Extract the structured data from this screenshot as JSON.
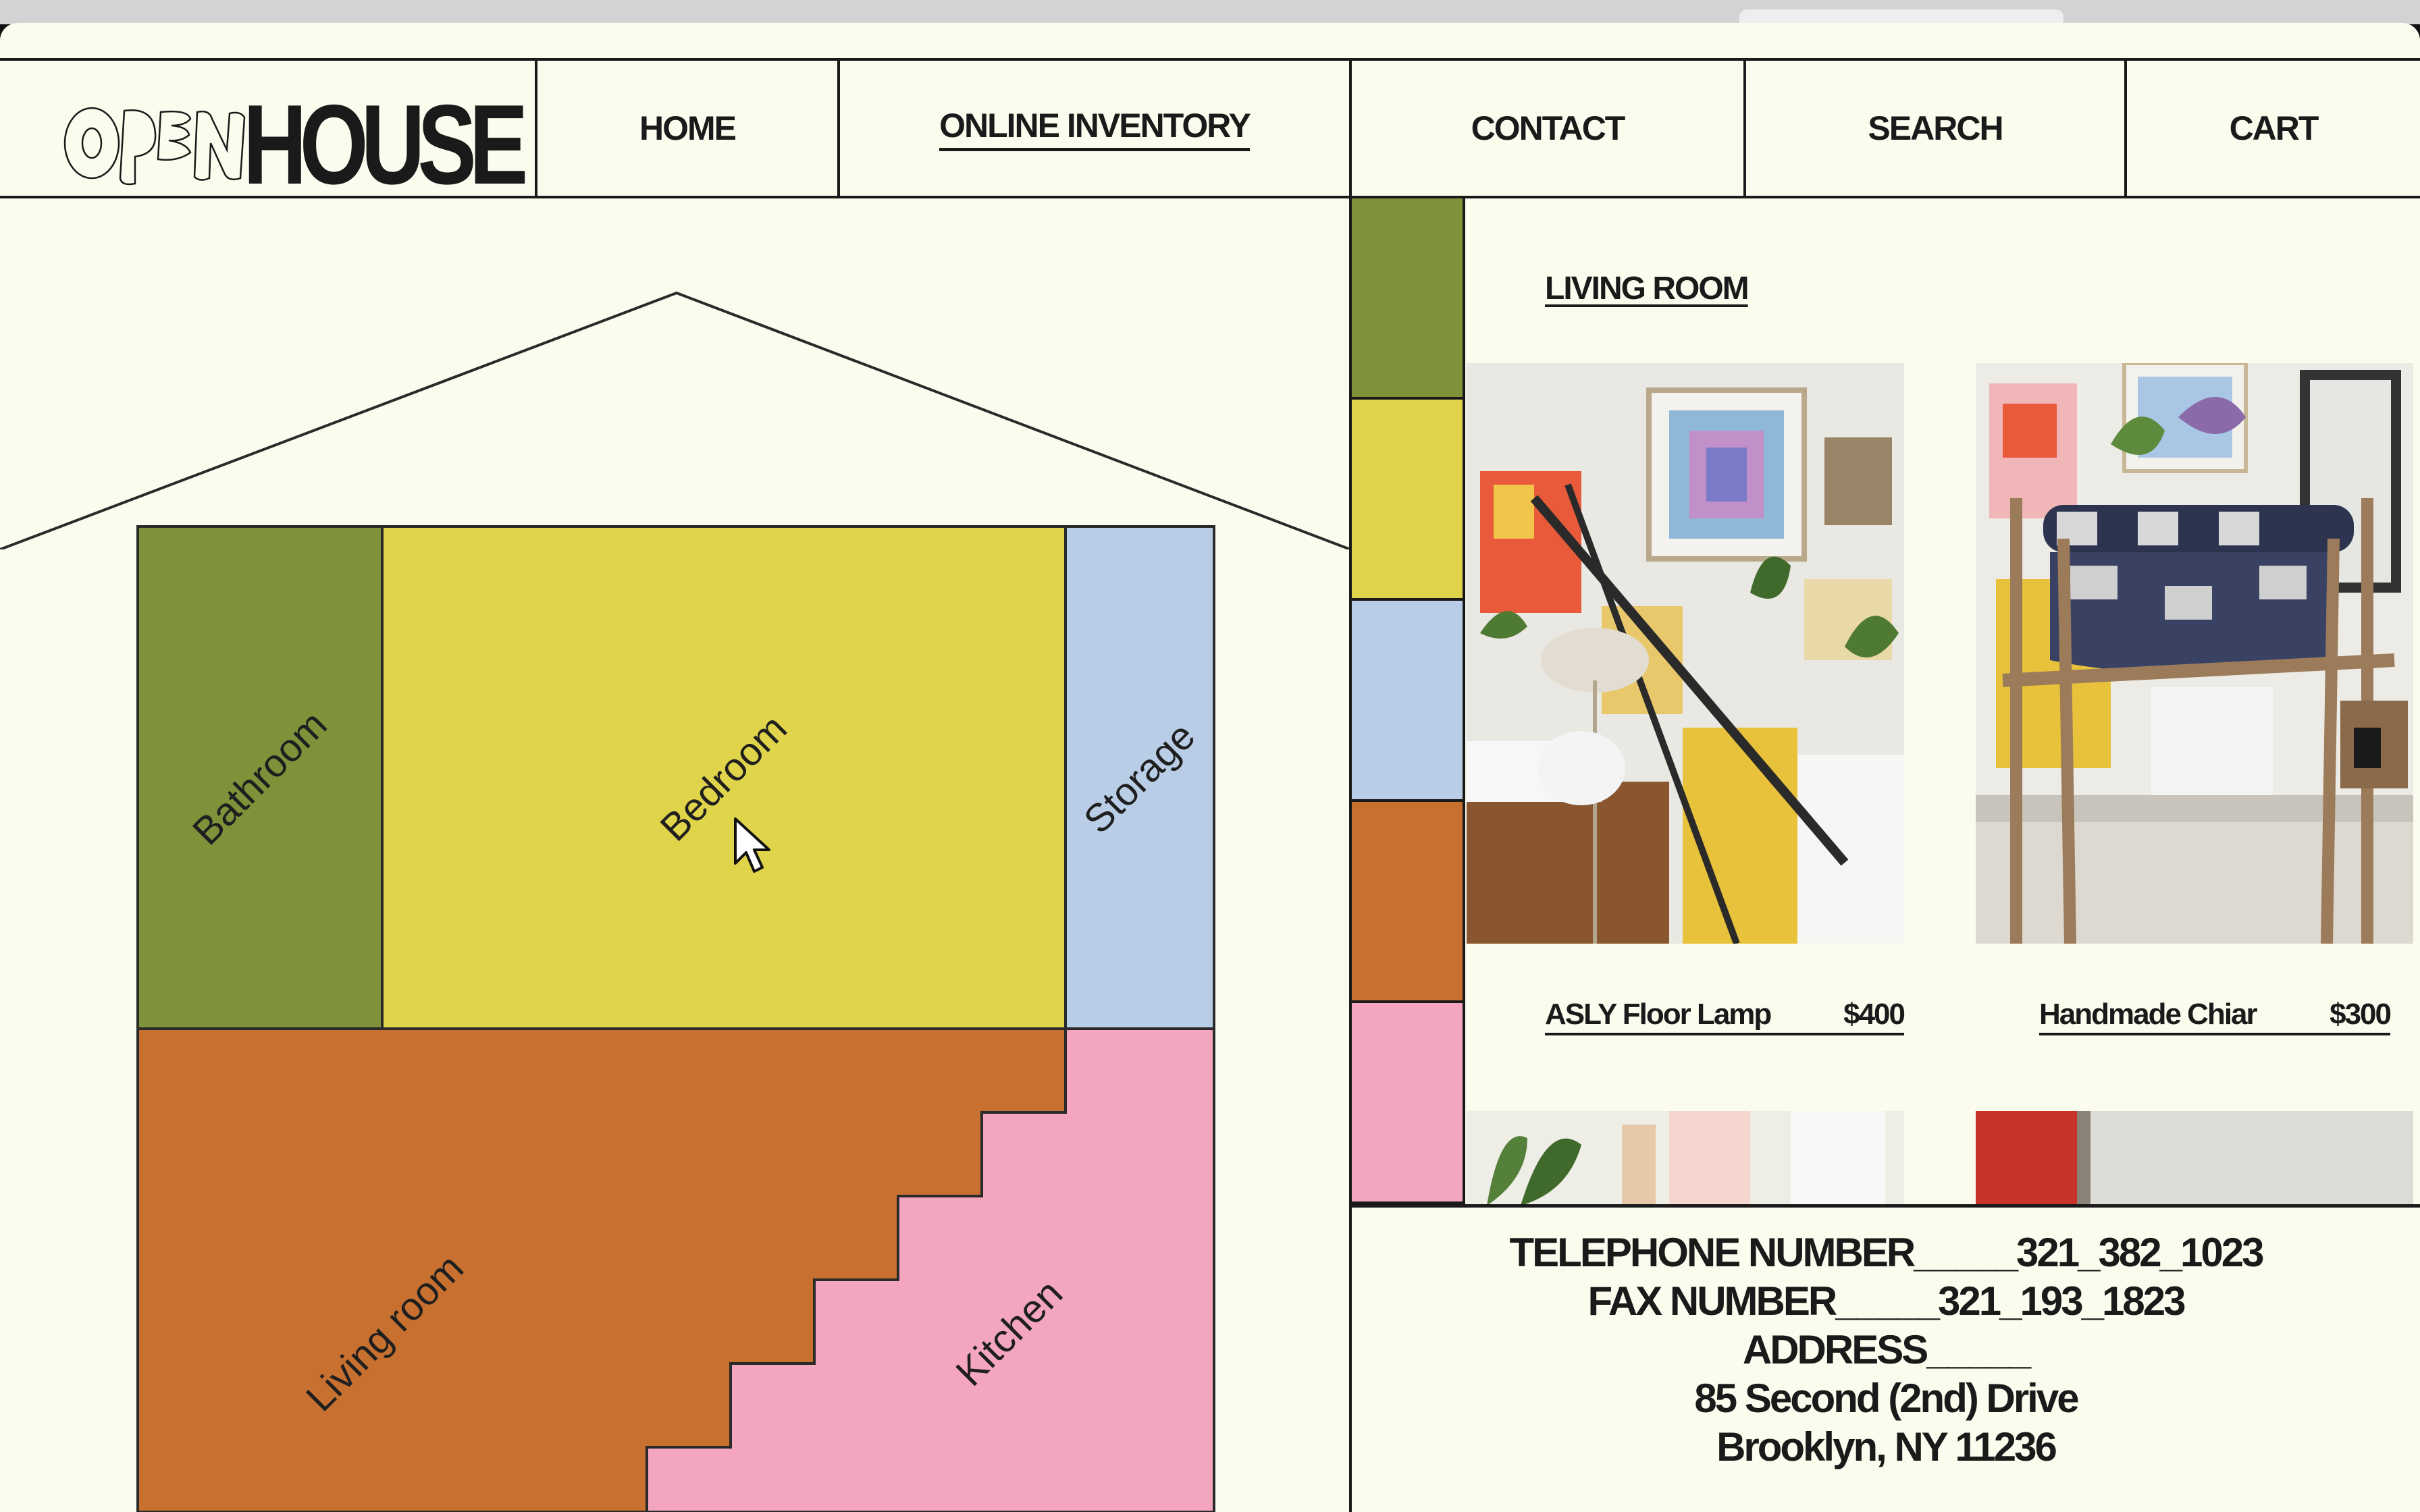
{
  "brand": {
    "logo_outline": "OPEN",
    "logo_bold": "HOUSE"
  },
  "nav": [
    {
      "label": "HOME"
    },
    {
      "label": "ONLINE INVENTORY",
      "active": true
    },
    {
      "label": "CONTACT"
    },
    {
      "label": "SEARCH"
    },
    {
      "label": "CART"
    }
  ],
  "rooms": [
    {
      "label": "Bathroom",
      "color": "#7f923a"
    },
    {
      "label": "Bedroom",
      "color": "#e0d44a"
    },
    {
      "label": "Storage",
      "color": "#b9cee6"
    },
    {
      "label": "Living room",
      "color": "#c8702f"
    },
    {
      "label": "Kitchen",
      "color": "#f3a6bd"
    }
  ],
  "tabs": [
    "#7f923a",
    "#e0d44a",
    "#b9cee6",
    "#c8702f",
    "#f3a6bd"
  ],
  "inventory": {
    "section": "LIVING ROOM",
    "products": [
      {
        "name": "ASLY Floor Lamp",
        "price": "$400",
        "image": "floor-lamp-photo"
      },
      {
        "name": "Handmade Chiar",
        "price": "$300",
        "image": "handmade-chair-photo"
      }
    ]
  },
  "contact": {
    "phone": "TELEPHONE NUMBER_____321_382_1023",
    "fax": "FAX NUMBER_____321_193_1823",
    "address_label": "ADDRESS_____",
    "address_line1": "85 Second (2nd) Drive",
    "address_line2": "Brooklyn, NY 11236"
  }
}
